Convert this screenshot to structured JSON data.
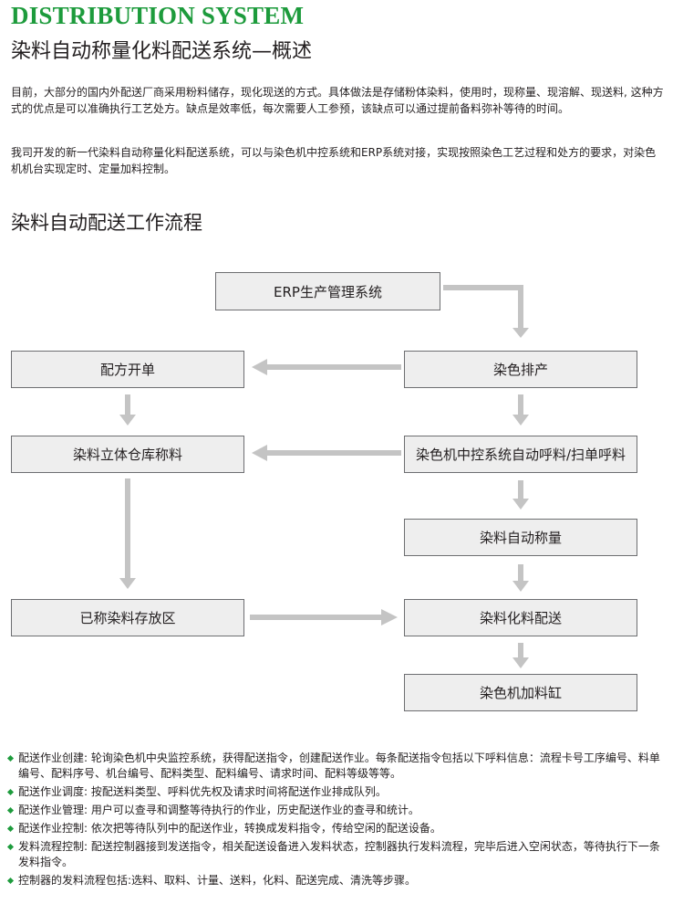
{
  "header": {
    "title_en": "DISTRIBUTION SYSTEM",
    "title_cn": "染料自动称量化料配送系统—概述"
  },
  "intro": {
    "paragraph1": "目前，大部分的国内外配送厂商采用粉料储存，现化现送的方式。具体做法是存储粉体染料，使用时，现称量、现溶解、现送料, 这种方式的优点是可以准确执行工艺处方。缺点是效率低，每次需要人工参预，该缺点可以通过提前备料弥补等待的时间。",
    "paragraph2": "我司开发的新一代染料自动称量化料配送系统，可以与染色机中控系统和ERP系统对接，实现按照染色工艺过程和处方的要求，对染色机机台实现定时、定量加料控制。"
  },
  "flow": {
    "title": "染料自动配送工作流程",
    "nodes": {
      "erp": "ERP生产管理系统",
      "recipe": "配方开单",
      "dye_schedule": "染色排产",
      "warehouse": "染料立体仓库称料",
      "central_control": "染色机中控系统自动呼料/扫单呼料",
      "auto_weigh": "染料自动称量",
      "storage": "已称染料存放区",
      "dissolve_deliver": "染料化料配送",
      "vat": "染色机加料缸"
    },
    "arrow_color": "#c4c4c4"
  },
  "notes": [
    "配送作业创建: 轮询染色机中央监控系统，获得配送指令，创建配送作业。每条配送指令包括以下呼料信息：流程卡号工序编号、料单编号、配料序号、机台编号、配料类型、配料编号、请求时间、配料等级等等。",
    "配送作业调度: 按配送料类型、呼料优先权及请求时间将配送作业排成队列。",
    "配送作业管理: 用户可以查寻和调整等待执行的作业，历史配送作业的查寻和统计。",
    "配送作业控制: 依次把等待队列中的配送作业，转换成发料指令，传给空闲的配送设备。",
    "发料流程控制: 配送控制器接到发送指令，相关配送设备进入发料状态，控制器执行发料流程，完毕后进入空闲状态，等待执行下一条发料指令。",
    "控制器的发料流程包括:选料、取料、计量、送料，化料、配送完成、清洗等步骤。"
  ]
}
